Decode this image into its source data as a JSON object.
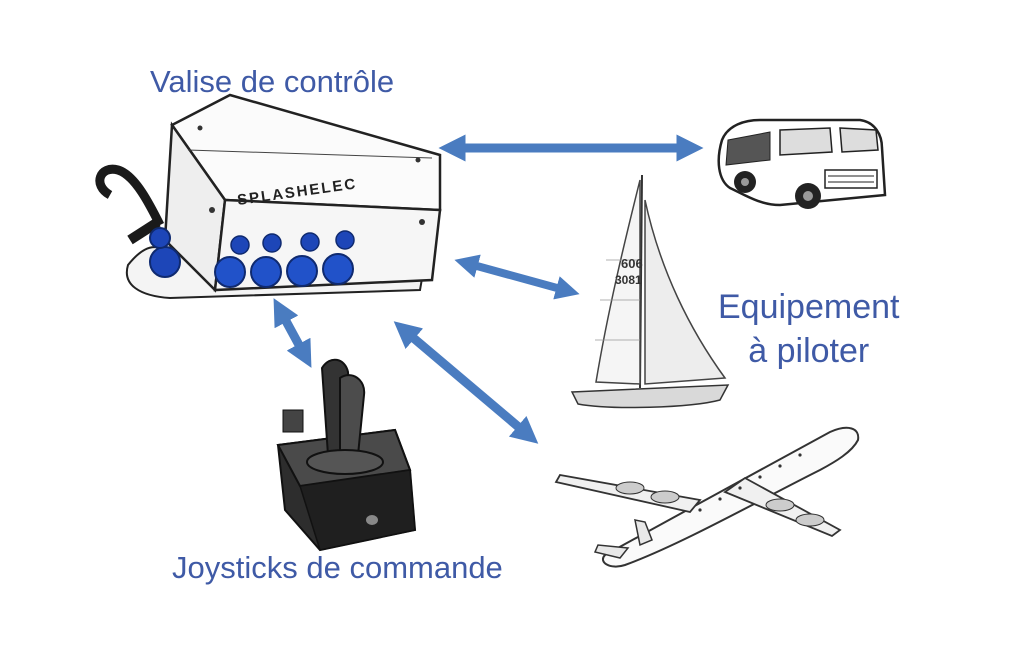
{
  "labels": {
    "valise": "Valise de contrôle",
    "equipement_line1": "Equipement",
    "equipement_line2": "à piloter",
    "joysticks": "Joysticks de commande"
  },
  "device": {
    "brand": "SPLASHELEC"
  },
  "sailboat": {
    "sail_number_1": "606",
    "sail_number_2": "3081"
  },
  "colors": {
    "text": "#3f5aa6",
    "arrow": "#4a7cc0",
    "connector": "#1d46b8",
    "sketch": "#2a2a2a"
  },
  "icons": [
    "control-box-icon",
    "joystick-icon",
    "camper-van-icon",
    "sailboat-icon",
    "airplane-icon"
  ]
}
